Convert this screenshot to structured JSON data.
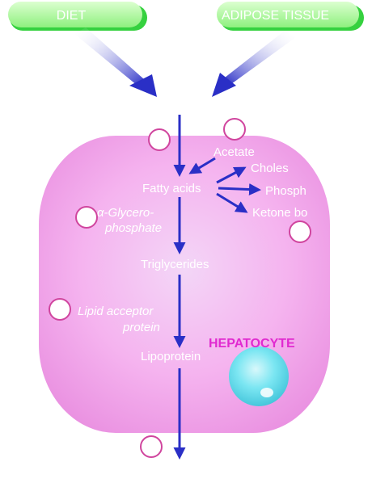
{
  "sources": {
    "diet": "DIET",
    "adipose": "ADIPOSE TISSUE"
  },
  "cell": {
    "label": "HEPATOCYTE"
  },
  "metabolites": {
    "acetate": "Acetate",
    "fatty_acids": "Fatty acids",
    "cholesterol": "Choles",
    "phospholipids": "Phosph",
    "ketone_bodies": "Ketone bo",
    "glycerophosphate_line1": "α-Glycero-",
    "glycerophosphate_line2": "phosphate",
    "triglycerides": "Triglycerides",
    "acceptor_line1": "Lipid acceptor",
    "acceptor_line2": "protein",
    "lipoprotein": "Lipoprotein"
  },
  "colors": {
    "arrow": "#2a2fc6",
    "cell_fill": "#f4a9ec",
    "marker_ring": "#d0459e",
    "label_magenta": "#e12ad0",
    "nucleus": "#5fd9ea",
    "source_fill": "#bdf5a6",
    "source_edge": "#35d13f"
  }
}
